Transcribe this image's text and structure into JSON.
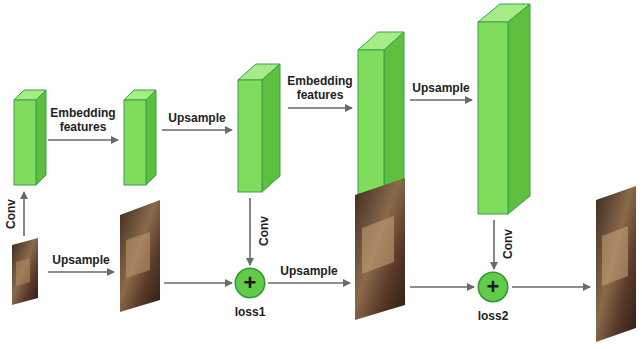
{
  "diagram": {
    "nodes": [
      {
        "text": [
          "+",
          "loss1"
        ]
      },
      {
        "text": [
          "+",
          "loss2"
        ]
      }
    ],
    "labels": [
      "Conv",
      "Embedding features",
      "Upsample",
      "Embedding features",
      "Upsample",
      "Upsample",
      "Conv",
      "Upsample",
      "Conv"
    ]
  }
}
